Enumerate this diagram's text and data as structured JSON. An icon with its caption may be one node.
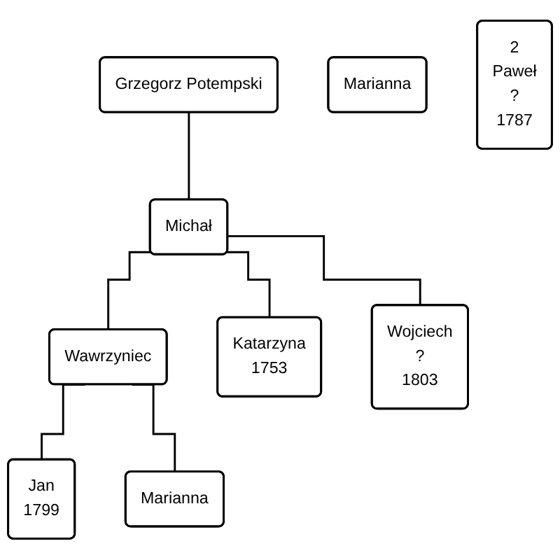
{
  "diagram": {
    "nodes": [
      {
        "text": [
          "Grzegorz Potempski"
        ]
      },
      {
        "text": [
          "Michał"
        ]
      },
      {
        "text": [
          "Marianna"
        ]
      },
      {
        "text": [
          "2",
          "Paweł",
          "?",
          "1787"
        ]
      },
      {
        "text": [
          "Wawrzyniec"
        ]
      },
      {
        "text": [
          "Katarzyna",
          "1753"
        ]
      },
      {
        "text": [
          "Wojciech",
          "?",
          "1803"
        ]
      },
      {
        "text": [
          "Jan",
          "1799"
        ]
      },
      {
        "text": [
          "Marianna"
        ]
      }
    ],
    "edges": [
      {
        "from": 0,
        "to": 1,
        "arrow": "none"
      },
      {
        "from": 1,
        "to": 4,
        "arrow": "none"
      },
      {
        "from": 1,
        "to": 5,
        "arrow": "none"
      },
      {
        "from": 1,
        "to": 6,
        "arrow": "none"
      },
      {
        "from": 4,
        "to": 7,
        "arrow": "none"
      },
      {
        "from": 4,
        "to": 8,
        "arrow": "none"
      }
    ]
  }
}
